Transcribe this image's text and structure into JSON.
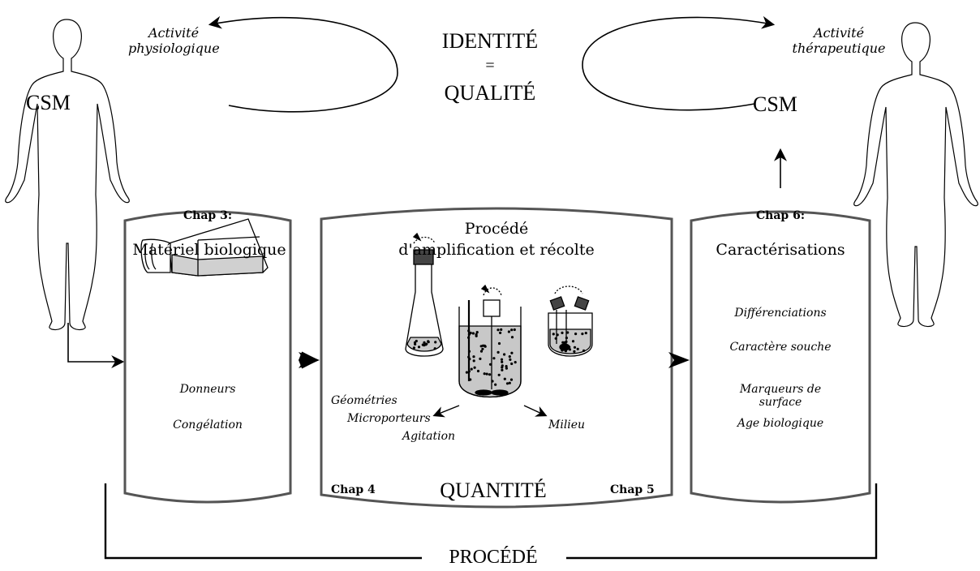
{
  "top": {
    "activity_left": "Activité\nphysiologique",
    "activity_right": "Activité\nthérapeutique",
    "identity_line1": "IDENTITÉ",
    "identity_line2": "=",
    "identity_line3": "QUALITÉ",
    "csm_left": "CSM",
    "csm_right": "CSM"
  },
  "box1": {
    "chap": "Chap 3:",
    "title": "Matériel biologique",
    "items": [
      "Donneurs",
      "Congélation"
    ]
  },
  "box2": {
    "title_line1": "Procédé",
    "title_line2": "d'amplification et récolte",
    "items": [
      "Géométries",
      "Microporteurs",
      "Agitation",
      "Milieu"
    ],
    "chap_left": "Chap 4",
    "chap_right": "Chap 5",
    "quantity": "QUANTITÉ"
  },
  "box3": {
    "chap": "Chap 6:",
    "title": "Caractérisations",
    "items": [
      "Différenciations",
      "Caractère souche",
      "Marqueurs de\nsurface",
      "Age biologique"
    ]
  },
  "bottom": {
    "process": "PROCÉDÉ"
  },
  "colors": {
    "ink": "#000000",
    "fill_grey": "#d0d0d0",
    "liquid_grey": "#c8c8c8"
  }
}
